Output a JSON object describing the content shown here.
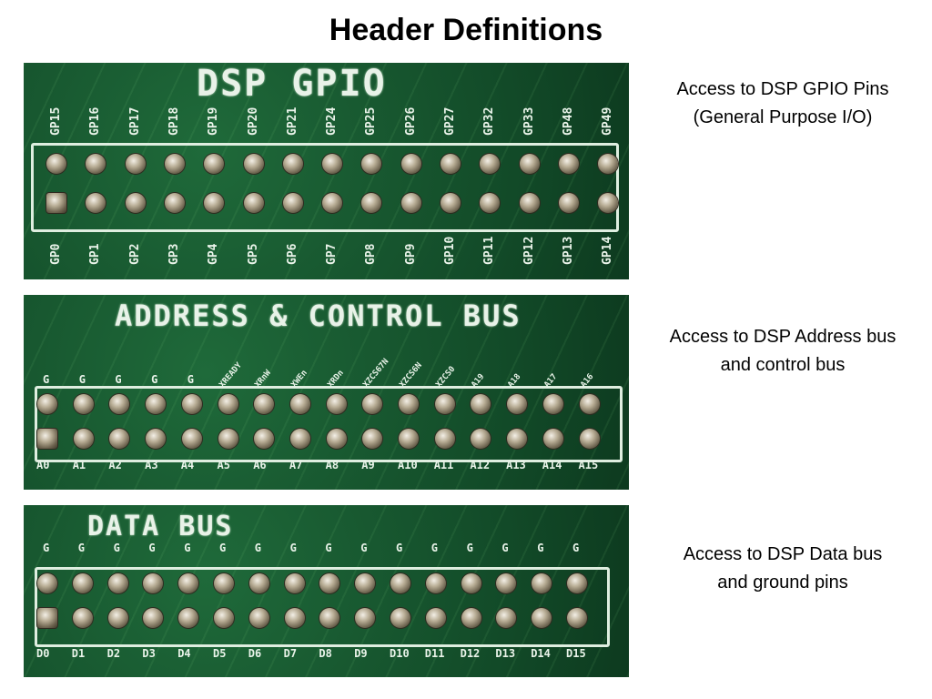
{
  "title": "Header Definitions",
  "sections": [
    {
      "id": "gpio",
      "board_title": "DSP GPIO",
      "top_labels": [
        "GP15",
        "GP16",
        "GP17",
        "GP18",
        "GP19",
        "GP20",
        "GP21",
        "GP24",
        "GP25",
        "GP26",
        "GP27",
        "GP32",
        "GP33",
        "GP48",
        "GP49"
      ],
      "bottom_labels": [
        "GP0",
        "GP1",
        "GP2",
        "GP3",
        "GP4",
        "GP5",
        "GP6",
        "GP7",
        "GP8",
        "GP9",
        "GP10",
        "GP11",
        "GP12",
        "GP13",
        "GP14"
      ],
      "description_line1": "Access to DSP GPIO Pins",
      "description_line2": "(General Purpose I/O)"
    },
    {
      "id": "addr",
      "board_title": "ADDRESS & CONTROL BUS",
      "top_labels": [
        "G",
        "G",
        "G",
        "G",
        "G",
        "XREADY",
        "XRnW",
        "XWEn",
        "XRDn",
        "XZCS67N",
        "XZCS6N",
        "XZCS0",
        "A19",
        "A18",
        "A17",
        "A16"
      ],
      "bottom_labels": [
        "A0",
        "A1",
        "A2",
        "A3",
        "A4",
        "A5",
        "A6",
        "A7",
        "A8",
        "A9",
        "A10",
        "A11",
        "A12",
        "A13",
        "A14",
        "A15"
      ],
      "description_line1": "Access to DSP Address bus",
      "description_line2": "and control bus"
    },
    {
      "id": "data",
      "board_title": "DATA BUS",
      "top_labels": [
        "G",
        "G",
        "G",
        "G",
        "G",
        "G",
        "G",
        "G",
        "G",
        "G",
        "G",
        "G",
        "G",
        "G",
        "G",
        "G"
      ],
      "bottom_labels": [
        "D0",
        "D1",
        "D2",
        "D3",
        "D4",
        "D5",
        "D6",
        "D7",
        "D8",
        "D9",
        "D10",
        "D11",
        "D12",
        "D13",
        "D14",
        "D15"
      ],
      "description_line1": "Access to DSP Data bus",
      "description_line2": "and ground pins"
    }
  ]
}
